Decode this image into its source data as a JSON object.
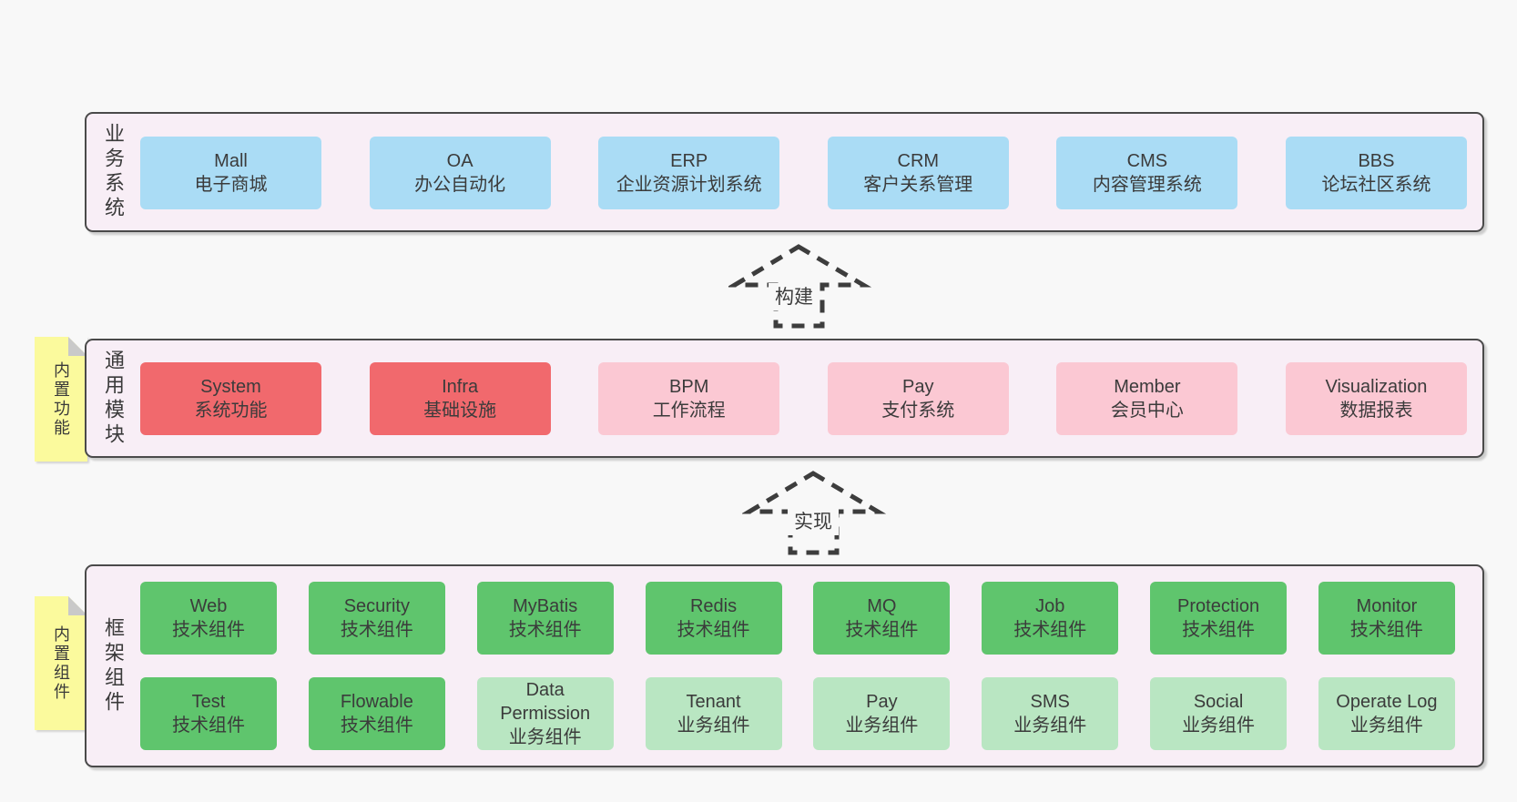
{
  "colors": {
    "page_background": "#f8f8f8",
    "layer_background": "#f8eef6",
    "layer_border": "#4a4a4a",
    "business_system_box": "#aadcf5",
    "core_module_box": "#f1696d",
    "optional_module_box": "#fbc8d3",
    "tech_component_box": "#5fc56d",
    "biz_component_box": "#b9e6c2",
    "note_background": "#fbfa9d",
    "note_fold": "#c9c9c9",
    "text": "#3b3b3b"
  },
  "arrows": [
    {
      "label": "构建"
    },
    {
      "label": "实现"
    }
  ],
  "layers": [
    {
      "id": "business",
      "label_vertical": "业务系统",
      "boxes": [
        {
          "title": "Mall",
          "subtitle": "电子商城",
          "type": "business"
        },
        {
          "title": "OA",
          "subtitle": "办公自动化",
          "type": "business"
        },
        {
          "title": "ERP",
          "subtitle": "企业资源计划系统",
          "type": "business"
        },
        {
          "title": "CRM",
          "subtitle": "客户关系管理",
          "type": "business"
        },
        {
          "title": "CMS",
          "subtitle": "内容管理系统",
          "type": "business"
        },
        {
          "title": "BBS",
          "subtitle": "论坛社区系统",
          "type": "business"
        }
      ]
    },
    {
      "id": "modules",
      "label_vertical": "通用模块",
      "note": "内置功能",
      "boxes": [
        {
          "title": "System",
          "subtitle": "系统功能",
          "type": "core"
        },
        {
          "title": "Infra",
          "subtitle": "基础设施",
          "type": "core"
        },
        {
          "title": "BPM",
          "subtitle": "工作流程",
          "type": "optional"
        },
        {
          "title": "Pay",
          "subtitle": "支付系统",
          "type": "optional"
        },
        {
          "title": "Member",
          "subtitle": "会员中心",
          "type": "optional"
        },
        {
          "title": "Visualization",
          "subtitle": "数据报表",
          "type": "optional"
        }
      ]
    },
    {
      "id": "components",
      "label_vertical": "框架组件",
      "note": "内置组件",
      "rows": [
        [
          {
            "title": "Web",
            "subtitle": "技术组件",
            "type": "tech"
          },
          {
            "title": "Security",
            "subtitle": "技术组件",
            "type": "tech"
          },
          {
            "title": "MyBatis",
            "subtitle": "技术组件",
            "type": "tech"
          },
          {
            "title": "Redis",
            "subtitle": "技术组件",
            "type": "tech"
          },
          {
            "title": "MQ",
            "subtitle": "技术组件",
            "type": "tech"
          },
          {
            "title": "Job",
            "subtitle": "技术组件",
            "type": "tech"
          },
          {
            "title": "Protection",
            "subtitle": "技术组件",
            "type": "tech"
          },
          {
            "title": "Monitor",
            "subtitle": "技术组件",
            "type": "tech"
          }
        ],
        [
          {
            "title": "Test",
            "subtitle": "技术组件",
            "type": "tech"
          },
          {
            "title": "Flowable",
            "subtitle": "技术组件",
            "type": "tech"
          },
          {
            "title": "Data Permission",
            "subtitle": "业务组件",
            "type": "biz"
          },
          {
            "title": "Tenant",
            "subtitle": "业务组件",
            "type": "biz"
          },
          {
            "title": "Pay",
            "subtitle": "业务组件",
            "type": "biz"
          },
          {
            "title": "SMS",
            "subtitle": "业务组件",
            "type": "biz"
          },
          {
            "title": "Social",
            "subtitle": "业务组件",
            "type": "biz"
          },
          {
            "title": "Operate Log",
            "subtitle": "业务组件",
            "type": "biz"
          }
        ]
      ]
    }
  ]
}
